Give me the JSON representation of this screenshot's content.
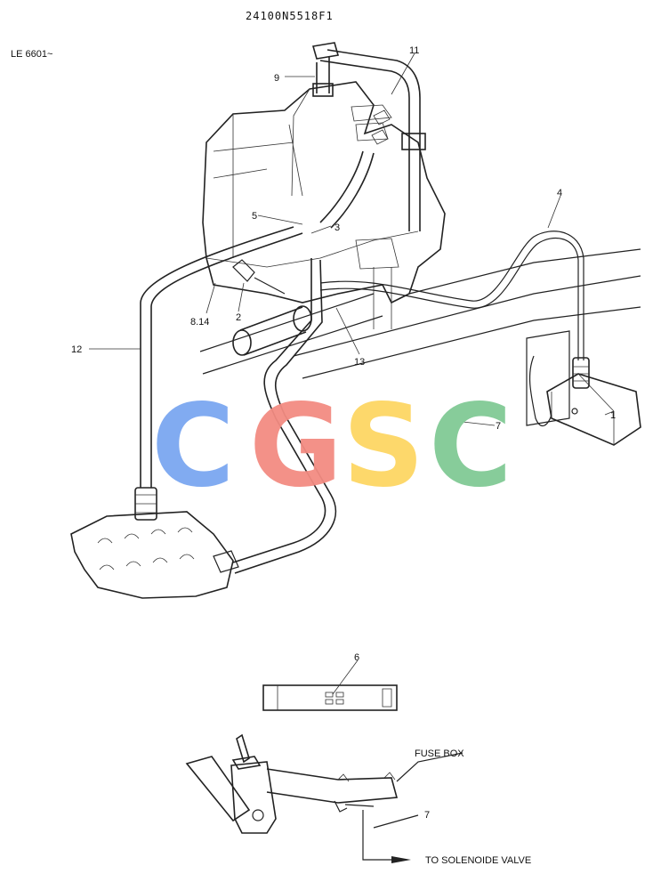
{
  "header": {
    "part_number": "24100N5518F1",
    "serial_range": "LE 6601~"
  },
  "watermark": {
    "letters": [
      "C",
      "G",
      "S",
      "C"
    ],
    "colors": [
      "#7aa7f0",
      "#f28b82",
      "#fdd663",
      "#81c995"
    ]
  },
  "callouts": {
    "c1": "1",
    "c2": "2",
    "c3": "3",
    "c4": "4",
    "c5": "5",
    "c6": "6",
    "c7a": "7",
    "c7b": "7",
    "c814": "8.14",
    "c9": "9",
    "c11": "11",
    "c12": "12",
    "c13": "13"
  },
  "notes": {
    "fuse_box": "FUSE BOX",
    "to_solenoide": "TO SOLENOIDE VALVE"
  }
}
